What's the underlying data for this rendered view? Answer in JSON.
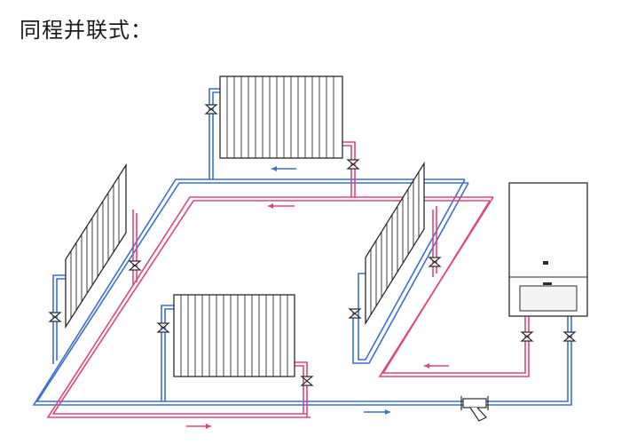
{
  "title": "同程并联式：",
  "colors": {
    "supply": "#e0457a",
    "return": "#3b6fd0",
    "outline": "#2b2b2b",
    "fill": "#ffffff",
    "panel": "#f4f4f4"
  },
  "legend_arrows": [
    {
      "name": "return-arrow",
      "direction": "left"
    },
    {
      "name": "supply-arrow",
      "direction": "left"
    },
    {
      "name": "supply-arrow",
      "direction": "left"
    },
    {
      "name": "return-arrow",
      "direction": "right"
    },
    {
      "name": "supply-arrow",
      "direction": "right"
    }
  ],
  "components": {
    "radiators": 4,
    "boiler": 1,
    "valves": 10,
    "strainer": 1
  }
}
